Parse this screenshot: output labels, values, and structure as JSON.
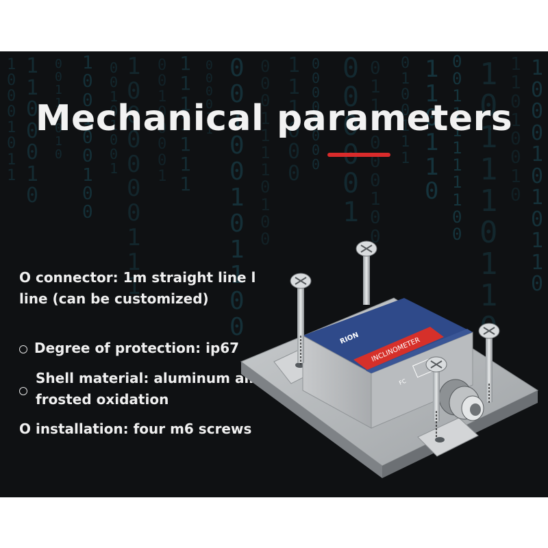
{
  "heading": {
    "title": "Mechanical parameters"
  },
  "specs": {
    "connector": {
      "line1": "O connector: 1m straight line l",
      "line2": "line (can be customized)"
    },
    "protection": "Degree of protection: ip67",
    "shell": {
      "line1": "Shell material: aluminum alloy",
      "line2": "frosted oxidation"
    },
    "installation": "O installation: four m6 screws"
  },
  "device": {
    "brand": "RION",
    "label": "INCLINOMETER",
    "mark": "FC"
  },
  "colors": {
    "background": "#0f1113",
    "accent": "#d92b2b",
    "device_blue": "#2f4a8a",
    "device_red": "#d6302a"
  }
}
